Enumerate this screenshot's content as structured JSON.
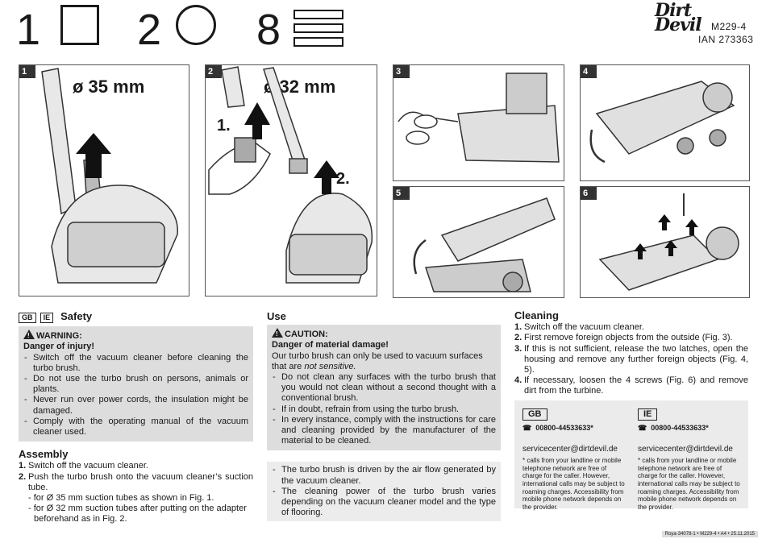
{
  "header": {
    "items": [
      {
        "number": "1",
        "icon": "square-outline-icon"
      },
      {
        "number": "2",
        "icon": "circle-outline-icon"
      },
      {
        "number": "8",
        "icon": "stacked-rectangles-icon"
      }
    ],
    "brand": "Dirt Devil",
    "brand_line1": "Dirt",
    "brand_line2": "Devil",
    "model": "M229-4",
    "ian": "IAN 273363"
  },
  "figures": [
    {
      "num": "1",
      "label": "ø 35 mm"
    },
    {
      "num": "2",
      "label": "ø 32 mm",
      "step1": "1.",
      "step2": "2."
    },
    {
      "num": "3"
    },
    {
      "num": "4"
    },
    {
      "num": "5"
    },
    {
      "num": "6"
    }
  ],
  "safety": {
    "tags": [
      "GB",
      "IE"
    ],
    "title": "Safety",
    "warning_label": "WARNING:",
    "warning_sub": "Danger of injury!",
    "items": [
      "Switch off the vacuum cleaner before cleaning the turbo brush.",
      "Do not use the turbo brush on persons, animals or plants.",
      "Never run over power cords, the insulation might be damaged.",
      "Comply with the operating manual of the vacuum cleaner used."
    ]
  },
  "assembly": {
    "title": "Assembly",
    "steps": [
      "Switch off the vacuum cleaner.",
      "Push the turbo brush onto the vacuum cleaner’s suction tube."
    ],
    "sub": [
      "- for Ø 35 mm suction tubes as shown in Fig. 1.",
      "- for Ø 32 mm suction tubes after putting on the adapter",
      "beforehand as in Fig. 2."
    ]
  },
  "use": {
    "title": "Use",
    "caution_label": "CAUTION:",
    "caution_sub": "Danger of material damage!",
    "intro_a": "Our turbo brush can only be used to vacuum surfaces that are ",
    "intro_b": "not sensitive.",
    "items": [
      "Do not clean any surfaces with the turbo brush that you would not clean without a second thought with a conventional brush.",
      "If in doubt, refrain from using the turbo brush.",
      "In every instance, comply with the instructions for care and cleaning provided by the manufacturer of the material to be cleaned."
    ],
    "items2": [
      "The turbo brush is driven by the air flow generated by the vacuum cleaner.",
      "The cleaning power of the turbo brush varies depending on the vacuum cleaner model and the type of flooring."
    ]
  },
  "cleaning": {
    "title": "Cleaning",
    "steps": [
      "Switch off the vacuum cleaner.",
      "First remove foreign objects from the outside (Fig. 3).",
      "If this is not sufficient, release the two latches, open the housing and remove any further foreign objects (Fig. 4, 5).",
      "If necessary, loosen the 4 screws (Fig. 6) and remove dirt from the turbine."
    ]
  },
  "service": [
    {
      "country": "GB",
      "phone": "00800-44533633*",
      "email": "servicecenter@dirtdevil.de",
      "note": "* calls from your landline or mobile telephone network are free of charge for the caller. However, international calls may be subject to roaming charges. Accessibility from mobile phone network depends on the provider."
    },
    {
      "country": "IE",
      "phone": "00800-44533633*",
      "email": "servicecenter@dirtdevil.de",
      "note": "* calls from your landline or mobile telephone network are free of charge for the caller. However, international calls may be subject to roaming charges. Accessibility from mobile phone network depends on the provider."
    }
  ],
  "footer": "Roya-34078-1 • M229-4 • A4 • 25.11.2015"
}
